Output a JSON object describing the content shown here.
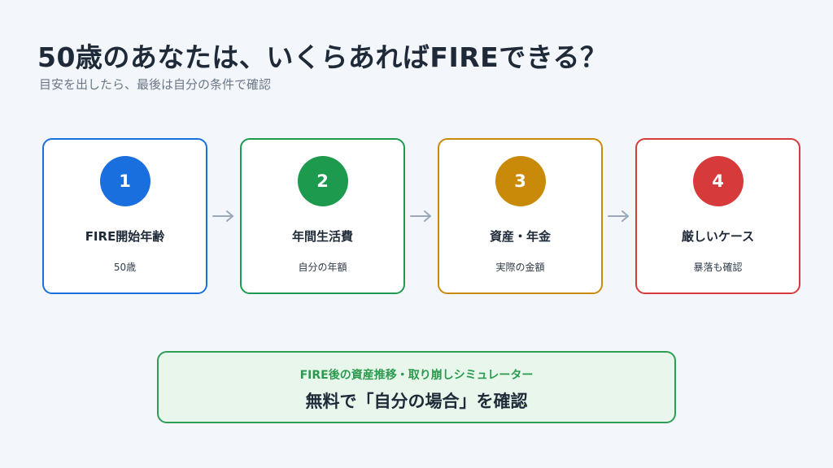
{
  "header": {
    "title": "50歳のあなたは、いくらあればFIREできる？",
    "subtitle": "目安を出したら、最後は自分の条件で確認"
  },
  "steps": [
    {
      "number": "1",
      "label": "FIRE開始年齢",
      "sub": "50歳",
      "color": "#1a6fde"
    },
    {
      "number": "2",
      "label": "年間生活費",
      "sub": "自分の年額",
      "color": "#1e9a4f"
    },
    {
      "number": "3",
      "label": "資産・年金",
      "sub": "実際の金額",
      "color": "#c98a0a"
    },
    {
      "number": "4",
      "label": "厳しいケース",
      "sub": "暴落も確認",
      "color": "#d63a3a"
    }
  ],
  "cta": {
    "top": "FIRE後の資産推移・取り崩しシミュレーター",
    "main": "無料で「自分の場合」を確認",
    "border_color": "#2e9e55",
    "background": "#e8f6ec"
  },
  "arrow_color": "#9aa8b8"
}
